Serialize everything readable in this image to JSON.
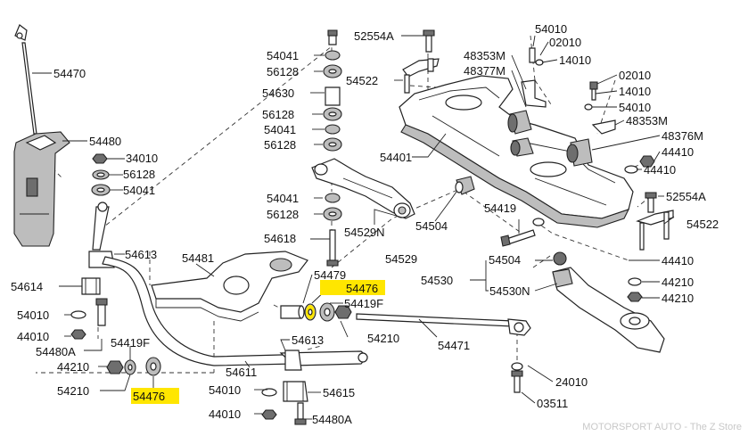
{
  "labels": {
    "p54470": "54470",
    "p54480": "54480",
    "p34010": "34010",
    "p56128a": "56128",
    "p54041a": "54041",
    "p54613a": "54613",
    "p54614": "54614",
    "p54481": "54481",
    "p54010a": "54010",
    "p44010a": "44010",
    "p54480A_a": "54480A",
    "p54419F_a": "54419F",
    "p44210a": "44210",
    "p54210a": "54210",
    "p54476a": "54476",
    "p54611": "54611",
    "p54613b": "54613",
    "p54010b": "54010",
    "p54615": "54615",
    "p44010b": "44010",
    "p54480A_b": "54480A",
    "p54479": "54479",
    "p54476b": "54476",
    "p54419F_b": "54419F",
    "p54210b": "54210",
    "p54471": "54471",
    "p54618": "54618",
    "p54041b": "54041",
    "p56128b": "56128",
    "p54630": "54630",
    "p56128c": "56128",
    "p54041c": "54041",
    "p56128d": "56128",
    "p54041d": "54041",
    "p56128e": "56128",
    "p52554A_a": "52554A",
    "p54522a": "54522",
    "p54529N": "54529N",
    "p54529": "54529",
    "p54504a": "54504",
    "p54401": "54401",
    "p48353M_a": "48353M",
    "p48377M": "48377M",
    "p54010c": "54010",
    "p02010a": "02010",
    "p14010a": "14010",
    "p02010b": "02010",
    "p14010b": "14010",
    "p54010d": "54010",
    "p48353M_b": "48353M",
    "p48376M": "48376M",
    "p44410a": "44410",
    "p44410b": "44410",
    "p52554A_b": "52554A",
    "p54522b": "54522",
    "p54419": "54419",
    "p54504b": "54504",
    "p44410c": "44410",
    "p54530": "54530",
    "p54530N": "54530N",
    "p44210b": "44210",
    "p44210c": "44210",
    "p24010": "24010",
    "p03511": "03511"
  },
  "watermark": "MOTORSPORT AUTO - The Z Store",
  "colors": {
    "highlight": "#ffe600",
    "line": "#222222"
  }
}
